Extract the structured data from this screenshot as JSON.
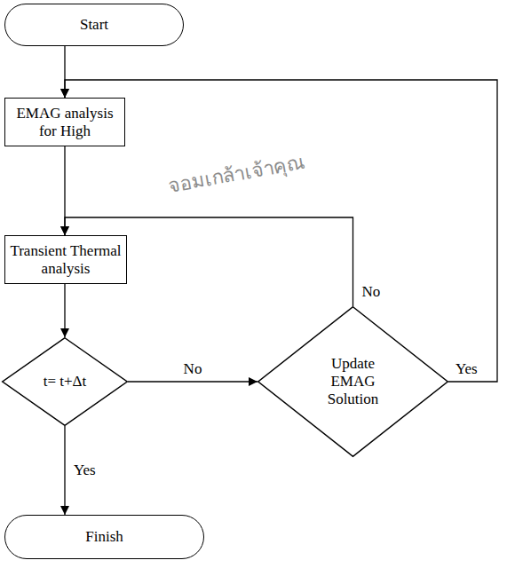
{
  "diagram": {
    "nodes": [
      {
        "text": [
          "Start"
        ]
      },
      {
        "text": [
          "EMAG analysis for High"
        ]
      },
      {
        "text": [
          "Transient Thermal analysis"
        ]
      },
      {
        "text": [
          "t= t+Δt"
        ]
      },
      {
        "text": [
          "Update EMAG Solution"
        ]
      },
      {
        "text": [
          "Finish"
        ]
      }
    ],
    "edges": [
      {
        "from": 0,
        "to": 1,
        "arrow": "to"
      },
      {
        "from": 1,
        "to": 2,
        "arrow": "to"
      },
      {
        "from": 2,
        "to": 3,
        "arrow": "to"
      },
      {
        "from": 3,
        "to": 4,
        "label": "No",
        "arrow": "to"
      },
      {
        "from": 4,
        "to": 2,
        "label": "No",
        "arrow": "to"
      },
      {
        "from": 4,
        "to": 1,
        "label": "Yes",
        "arrow": "to"
      },
      {
        "from": 3,
        "to": 5,
        "label": "Yes",
        "arrow": "to"
      }
    ],
    "labels": [
      "จอมเกล้าเจ้าคุณ"
    ]
  }
}
